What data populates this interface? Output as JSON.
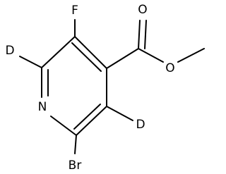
{
  "molecule": {
    "atoms": {
      "fluorine": "F",
      "deuterium_top": "D",
      "nitrogen": "N",
      "bromine": "Br",
      "deuterium_right": "D",
      "carbonyl_oxygen": "O",
      "ester_oxygen": "O"
    }
  },
  "colors": {
    "bond": "#000000",
    "label": "#000000",
    "background": "#ffffff"
  }
}
